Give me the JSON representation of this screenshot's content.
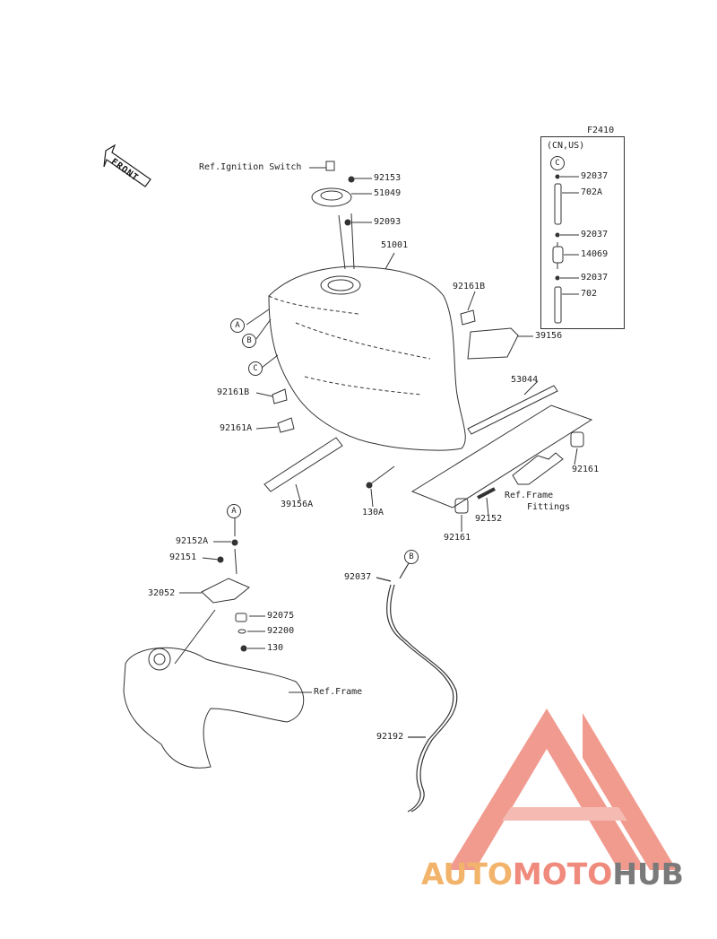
{
  "figure_code": "F2410",
  "legend_title": "(CN,US)",
  "front_label": "FRONT",
  "watermark": {
    "part1": "AUTO",
    "part2": "MOTO",
    "part3": "HUB"
  },
  "marks": {
    "A": "A",
    "B": "B",
    "C": "C"
  },
  "labels": {
    "ref_ignition": "Ref.Ignition Switch",
    "p92153": "92153",
    "p51049": "51049",
    "p92093": "92093",
    "p51001": "51001",
    "p92161B_r": "92161B",
    "p39156": "39156",
    "p53044": "53044",
    "p92161B_l": "92161B",
    "p92161A": "92161A",
    "p39156A": "39156A",
    "p130A": "130A",
    "p92161_r": "92161",
    "p92161_b": "92161",
    "p92152": "92152",
    "ref_frame_fittings_1": "Ref.Frame",
    "ref_frame_fittings_2": "Fittings",
    "p92152A": "92152A",
    "p92151": "92151",
    "p32052": "32052",
    "p92075": "92075",
    "p92200": "92200",
    "p130": "130",
    "ref_frame": "Ref.Frame",
    "p92037_hose": "92037",
    "p92192": "92192",
    "leg_92037_1": "92037",
    "leg_702A": "702A",
    "leg_92037_2": "92037",
    "leg_14069": "14069",
    "leg_92037_3": "92037",
    "leg_702": "702"
  },
  "colors": {
    "line": "#333333",
    "watermark_red": "#ef8a7c",
    "watermark_orange": "#f2b36b",
    "watermark_gray": "#7a7a7a"
  }
}
